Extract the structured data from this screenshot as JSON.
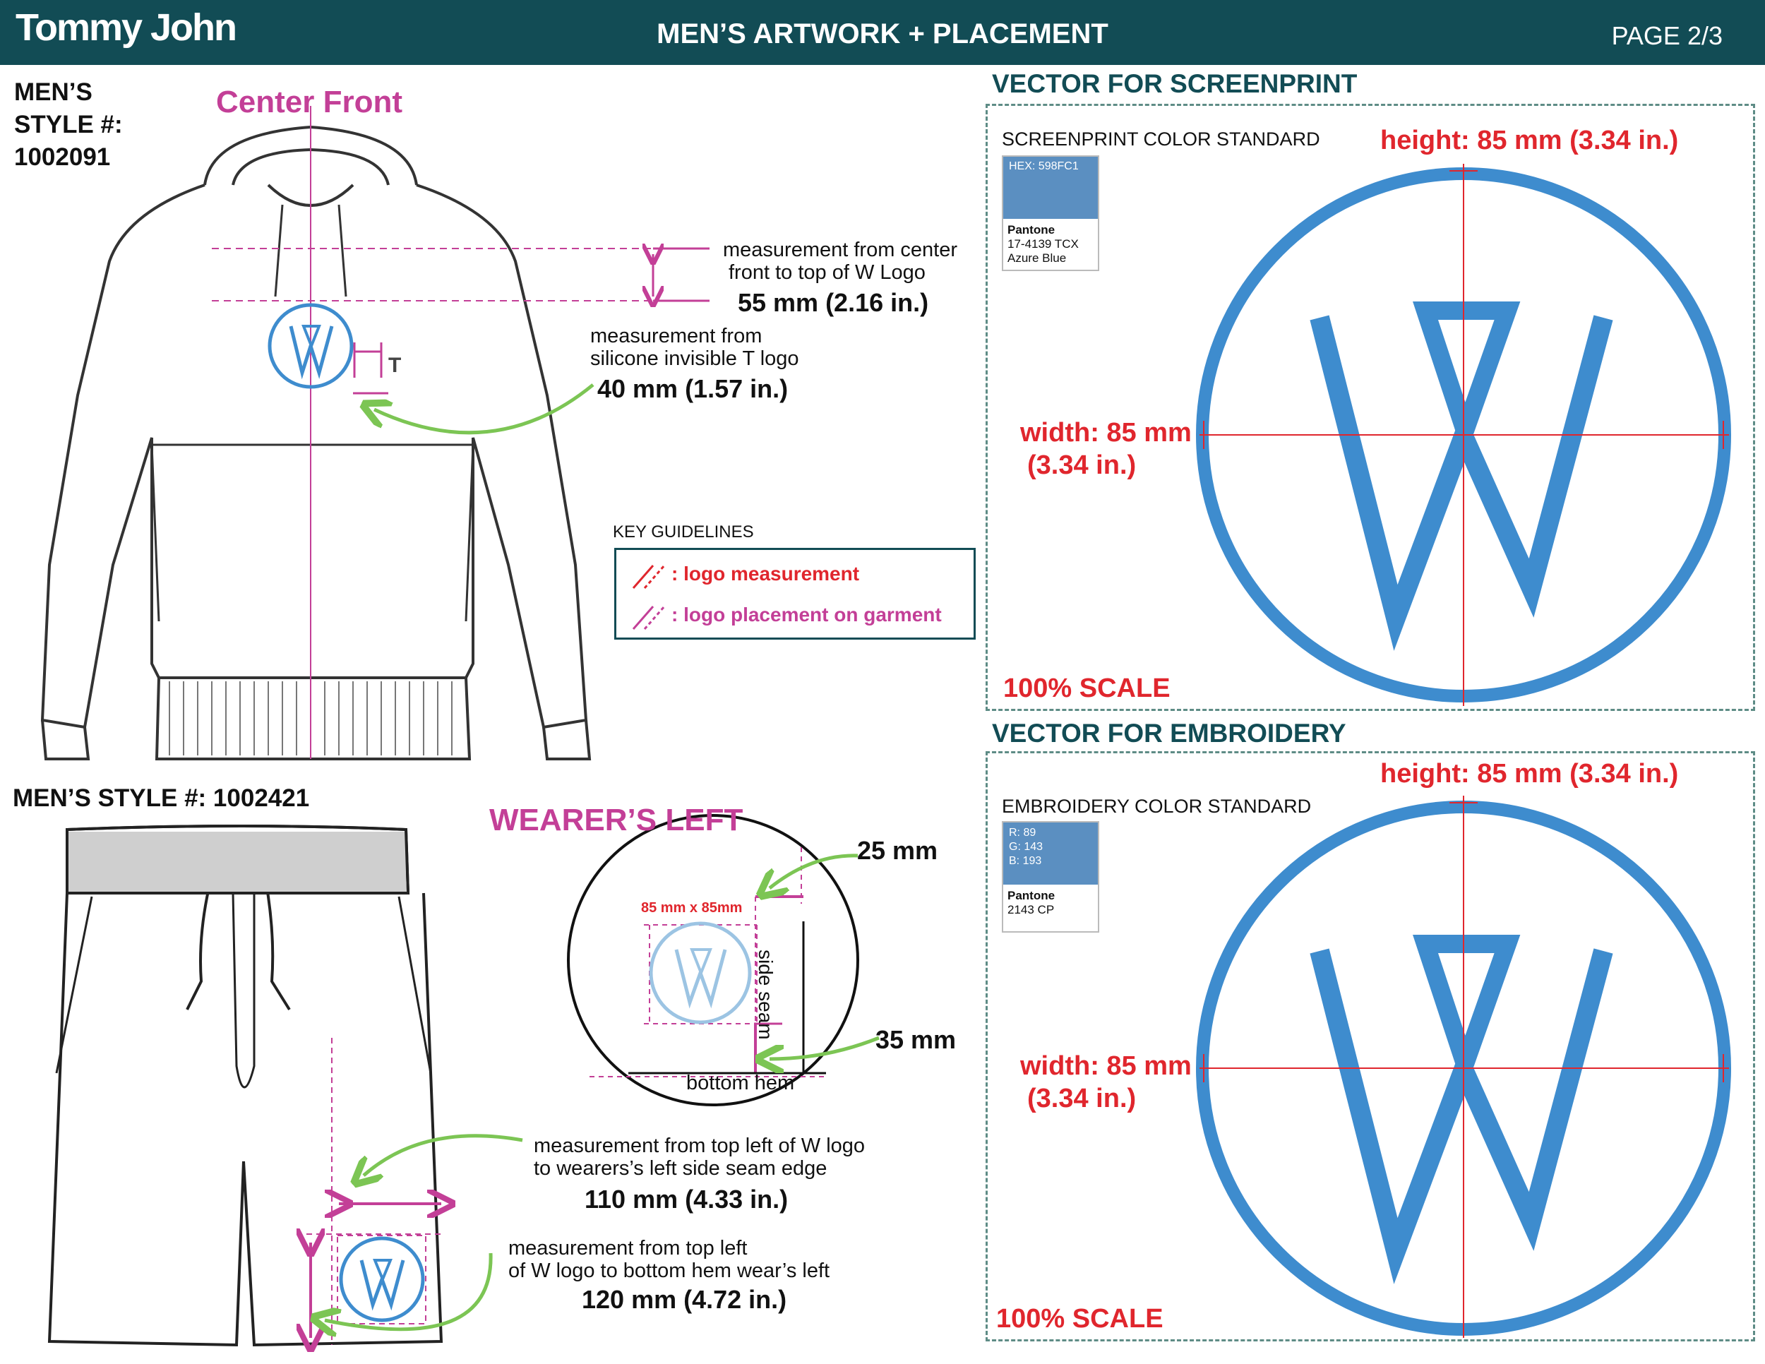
{
  "header": {
    "brand": "Tommy John",
    "title": "MEN’S ARTWORK + PLACEMENT",
    "page": "PAGE 2/3"
  },
  "hoodie": {
    "style_line1": "MEN’S",
    "style_line2": "STYLE #:",
    "style_number": "1002091",
    "center_front": "Center Front",
    "center_meas_line1": "measurement from center",
    "center_meas_line2": "front to top of W Logo",
    "center_meas_value": "55 mm (2.16 in.)",
    "t_meas_line1": "measurement from",
    "t_meas_line2": "silicone invisible T logo",
    "t_meas_value": "40 mm (1.57 in.)"
  },
  "key": {
    "title": "KEY GUIDELINES",
    "measurement": ": logo measurement",
    "placement": ": logo placement on garment",
    "measurement_color": "#e0262d",
    "placement_color": "#c33f97"
  },
  "shorts": {
    "style": "MEN’S STYLE #: 1002421",
    "wearers_left": "WEARER’S LEFT",
    "detail_size": "85 mm x 85mm",
    "detail_top": "25 mm",
    "detail_bottom": "35 mm",
    "side_seam": "side seam",
    "bottom_hem": "bottom hem",
    "side_meas_line1": "measurement from top left of W logo",
    "side_meas_line2": "to wearers’s left side seam edge",
    "side_meas_value": "110 mm (4.33 in.)",
    "hem_meas_line1": "measurement from top left",
    "hem_meas_line2": "of W logo to bottom hem wear’s left",
    "hem_meas_value": "120 mm (4.72 in.)"
  },
  "screenprint": {
    "title": "VECTOR FOR SCREENPRINT",
    "standard": "SCREENPRINT COLOR STANDARD",
    "hex": "HEX: 598FC1",
    "pantone_label": "Pantone",
    "pantone_code": "17-4139 TCX",
    "pantone_name": "Azure Blue",
    "height": "height: 85 mm (3.34 in.)",
    "width_line1": "width: 85 mm",
    "width_line2": "(3.34 in.)",
    "scale": "100% SCALE"
  },
  "embroidery": {
    "title": "VECTOR FOR EMBROIDERY",
    "standard": "EMBROIDERY COLOR STANDARD",
    "r": "R:  89",
    "g": "G: 143",
    "b": "B:  193",
    "pantone_label": "Pantone",
    "pantone_code": "2143 CP",
    "height": "height: 85 mm (3.34 in.)",
    "width_line1": "width: 85 mm",
    "width_line2": "(3.34 in.)",
    "scale": "100% SCALE"
  },
  "colors": {
    "header_bg": "#124c55",
    "logo_blue": "#3e8cce",
    "magenta": "#c33f97",
    "red": "#e0262d",
    "arrow_green": "#7cc554"
  }
}
